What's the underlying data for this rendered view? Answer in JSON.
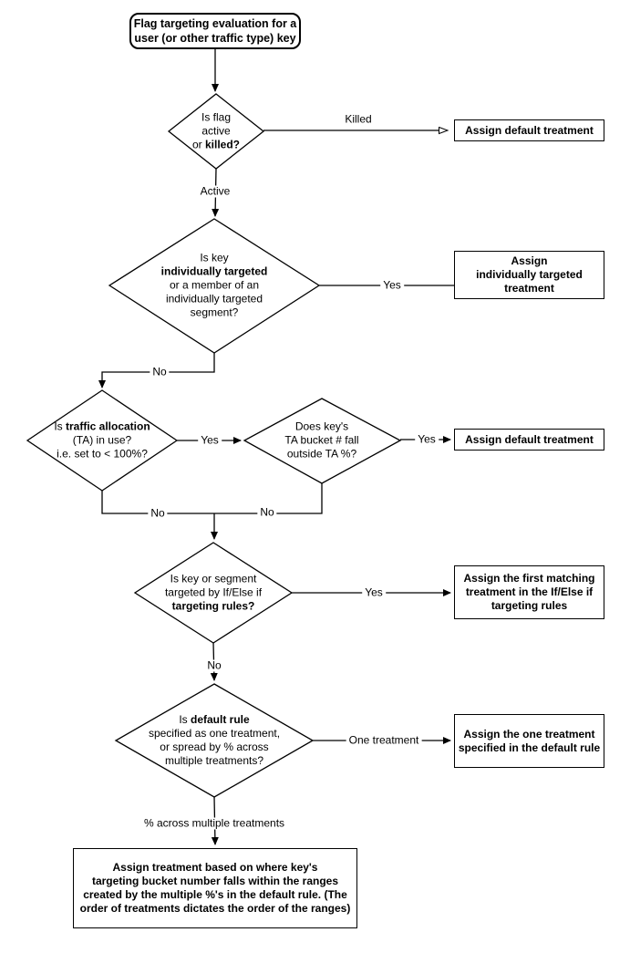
{
  "diagram": {
    "colors": {
      "line": "#000000",
      "background": "#ffffff",
      "text": "#000000"
    },
    "start": {
      "text": "Flag targeting evaluation for a\nuser (or other traffic type) key"
    },
    "decisions": {
      "flag_active": [
        [
          {
            "t": "Is flag"
          }
        ],
        [
          {
            "t": "active"
          }
        ],
        [
          {
            "t": "or "
          },
          {
            "t": "killed?",
            "b": true
          }
        ]
      ],
      "individually_targeted": [
        [
          {
            "t": "Is key"
          }
        ],
        [
          {
            "t": "individually targeted",
            "b": true
          }
        ],
        [
          {
            "t": "or a member of an"
          }
        ],
        [
          {
            "t": "individually targeted"
          }
        ],
        [
          {
            "t": "segment?"
          }
        ]
      ],
      "traffic_allocation": [
        [
          {
            "t": "Is "
          },
          {
            "t": "traffic allocation",
            "b": true
          }
        ],
        [
          {
            "t": "(TA) in use?"
          }
        ],
        [
          {
            "t": "i.e. set to < 100%?"
          }
        ]
      ],
      "ta_bucket": [
        [
          {
            "t": "Does key's"
          }
        ],
        [
          {
            "t": "TA bucket # fall"
          }
        ],
        [
          {
            "t": "outside TA %?"
          }
        ]
      ],
      "targeting_rules": [
        [
          {
            "t": "Is key or segment"
          }
        ],
        [
          {
            "t": "targeted by If/Else if"
          }
        ],
        [
          {
            "t": "targeting rules?",
            "b": true
          }
        ]
      ],
      "default_rule": [
        [
          {
            "t": "Is "
          },
          {
            "t": "default rule",
            "b": true
          }
        ],
        [
          {
            "t": "specified as one treatment,"
          }
        ],
        [
          {
            "t": "or spread by % across"
          }
        ],
        [
          {
            "t": "multiple treatments?"
          }
        ]
      ]
    },
    "outcomes": {
      "default_1": "Assign default treatment",
      "individual": "Assign\nindividually targeted\ntreatment",
      "default_2": "Assign default treatment",
      "first_matching": "Assign the first matching\ntreatment in the If/Else if\ntargeting rules",
      "one_treatment": "Assign the one treatment\nspecified in the default rule",
      "ranges": "Assign treatment based on where key's\ntargeting bucket number falls within the ranges\ncreated by the multiple %'s in the default rule. (The\norder of treatments dictates the order of the ranges)"
    },
    "labels": {
      "killed": "Killed",
      "active": "Active",
      "yes_individual": "Yes",
      "no_individual": "No",
      "yes_ta": "Yes",
      "yes_bucket": "Yes",
      "no_ta": "No",
      "no_bucket": "No",
      "yes_rules": "Yes",
      "no_rules": "No",
      "one_treatment": "One treatment",
      "pct_multiple": "% across multiple treatments"
    }
  }
}
